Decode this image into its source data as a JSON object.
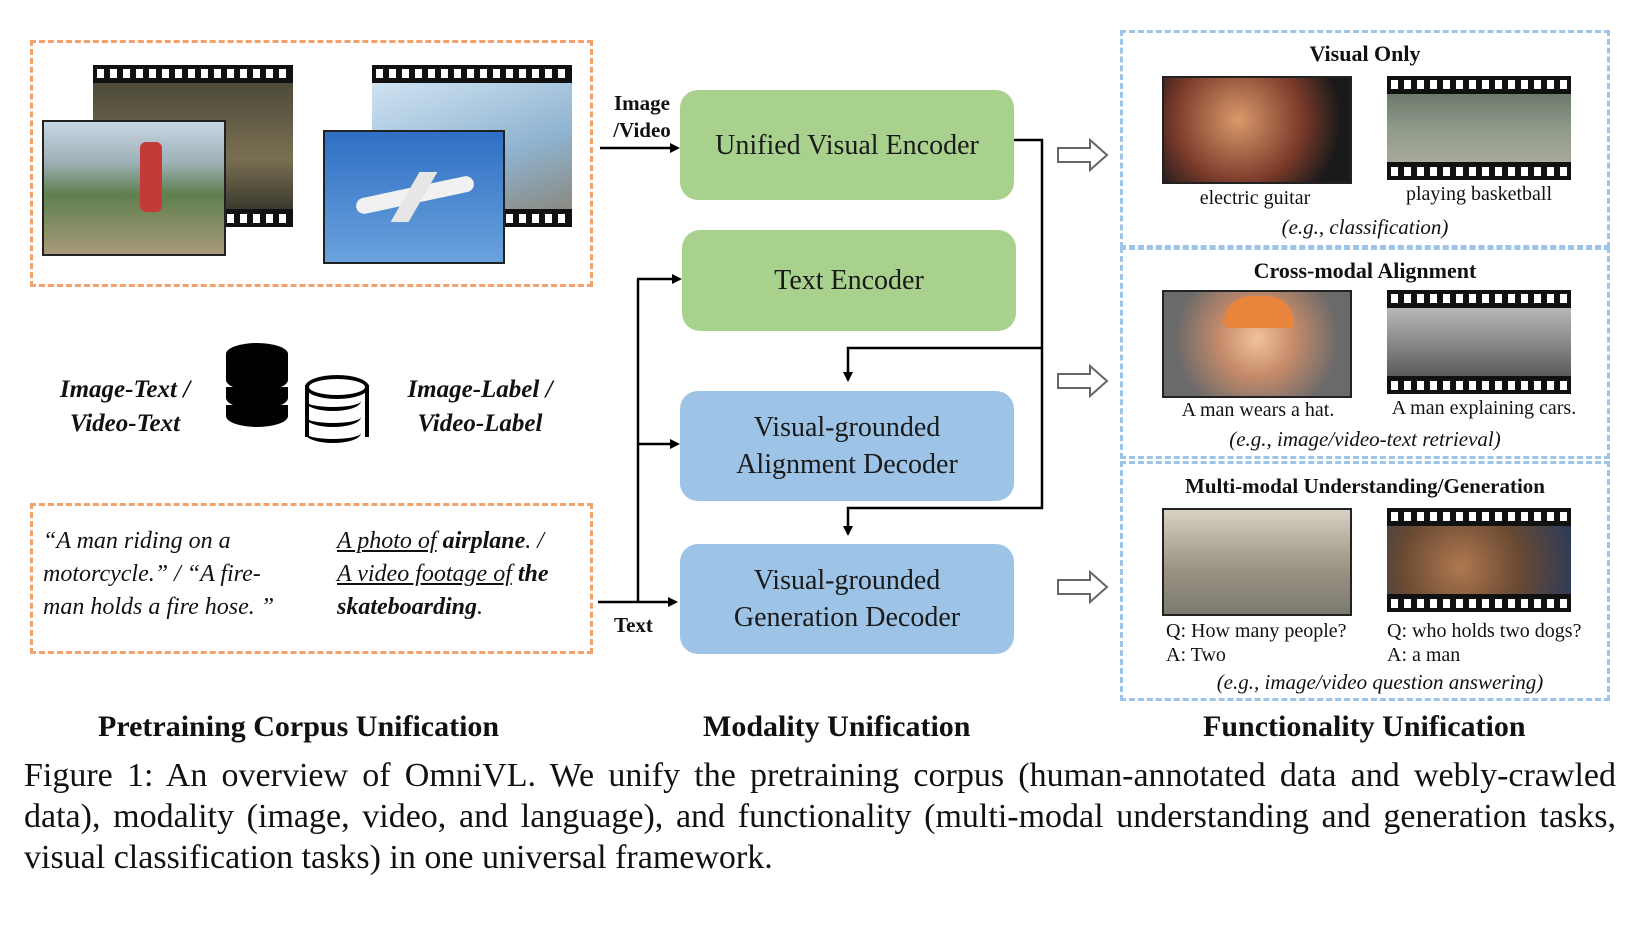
{
  "colors": {
    "orange_dash": "#f2a26b",
    "blue_dash": "#9ec5e8",
    "encoder_green": "#a9d18e",
    "decoder_blue": "#9dc3e6"
  },
  "corpus": {
    "left_db_label_line1": "Image-Text /",
    "left_db_label_line2": "Video-Text",
    "right_db_label_line1": "Image-Label /",
    "right_db_label_line2": "Video-Label",
    "text_quote_line1": "“A man riding on a",
    "text_quote_line2": "motorcycle.” / “A fire-",
    "text_quote_line3": "man holds a fire hose. ”",
    "label_line1_ul": "A photo of",
    "label_line1_bold": "airplane",
    "label_line1_tail": ". /",
    "label_line2_ul": "A video footage of",
    "label_line2_bold": "the",
    "label_line3_bold": "skateboarding",
    "label_line3_tail": "."
  },
  "flow": {
    "image_video_line1": "Image",
    "image_video_line2": "/Video",
    "text_label": "Text"
  },
  "modules": {
    "unified_visual_encoder": "Unified Visual Encoder",
    "text_encoder": "Text Encoder",
    "alignment_decoder_line1": "Visual-grounded",
    "alignment_decoder_line2": "Alignment Decoder",
    "generation_decoder_line1": "Visual-grounded",
    "generation_decoder_line2": "Generation Decoder"
  },
  "functionality": {
    "visual_only": {
      "title": "Visual Only",
      "caption_left": "electric guitar",
      "caption_right": "playing basketball",
      "example": "(e.g., classification)"
    },
    "cross_modal": {
      "title": "Cross-modal Alignment",
      "caption_left": "A man wears a hat.",
      "caption_right": "A man explaining cars.",
      "example": "(e.g., image/video-text retrieval)"
    },
    "multi_modal": {
      "title": "Multi-modal Understanding/Generation",
      "q_left": "Q: How many people?",
      "a_left": "A: Two",
      "q_right": "Q: who holds two dogs?",
      "a_right": "A: a man",
      "example": "(e.g., image/video question answering)"
    }
  },
  "sections": {
    "pretraining": "Pretraining Corpus Unification",
    "modality": "Modality Unification",
    "functionality": "Functionality Unification"
  },
  "caption": "Figure 1:  An overview of OmniVL.  We unify the pretraining corpus (human-annotated data and webly-crawled data), modality (image, video, and language), and functionality (multi-modal understanding and generation tasks, visual classification tasks) in one universal framework."
}
